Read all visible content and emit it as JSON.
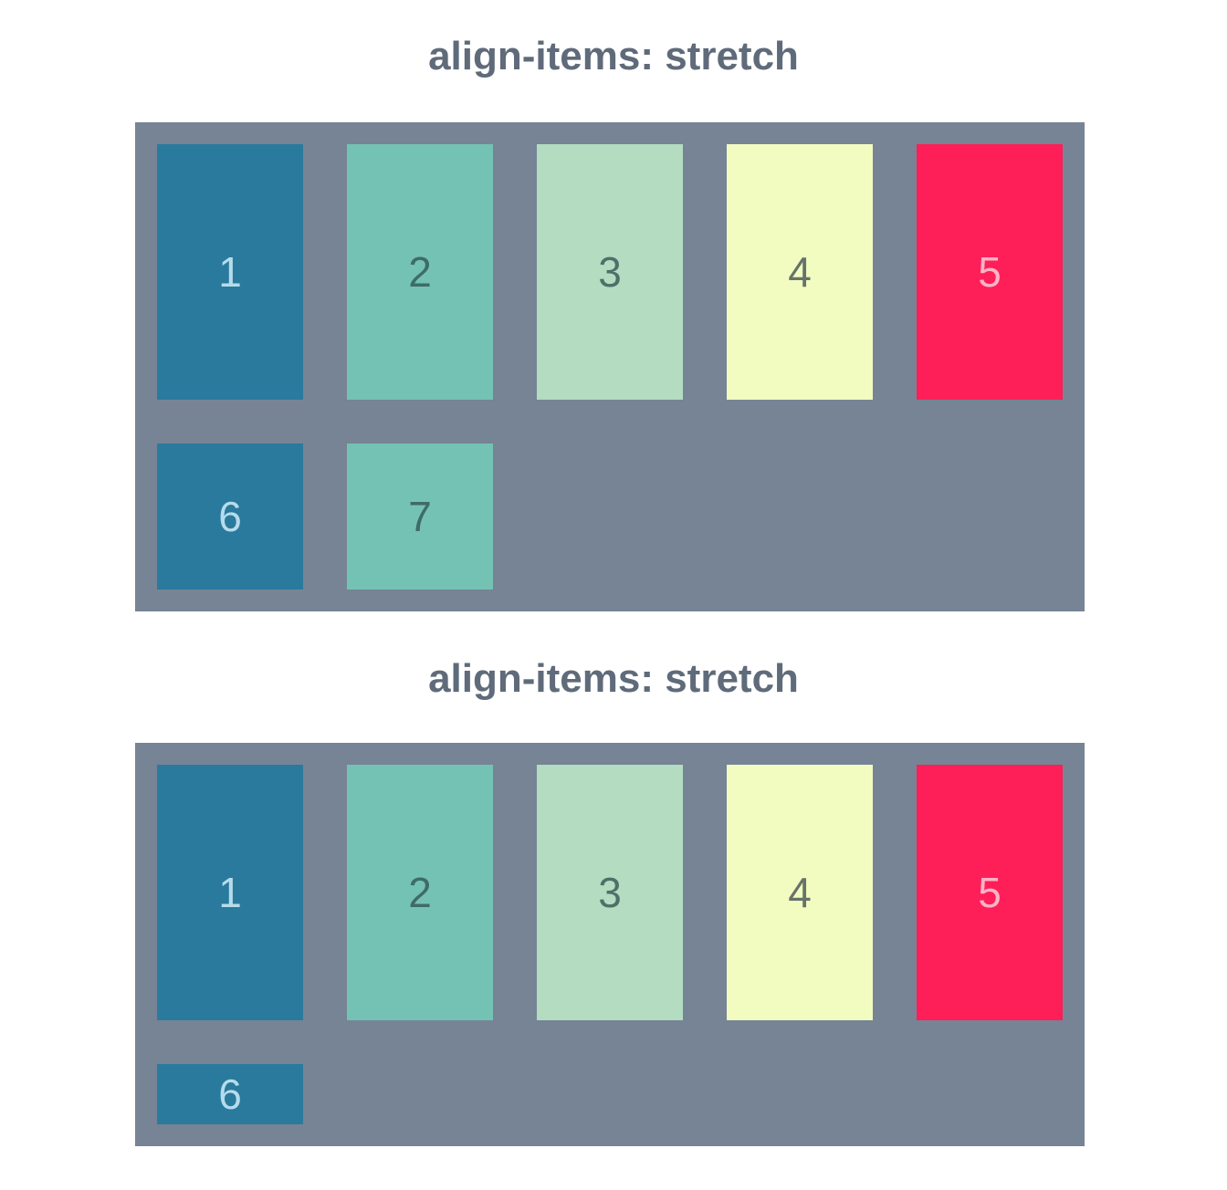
{
  "panels": [
    {
      "title": "align-items: stretch",
      "items": [
        {
          "label": "1",
          "bg": "#2a7a9d",
          "fg": "#b5dcec"
        },
        {
          "label": "2",
          "bg": "#74c2b3",
          "fg": "#3f6b67"
        },
        {
          "label": "3",
          "bg": "#b3dcc1",
          "fg": "#4f6f6a"
        },
        {
          "label": "4",
          "bg": "#f2fcc0",
          "fg": "#67726a"
        },
        {
          "label": "5",
          "bg": "#fe1f59",
          "fg": "#fdb3c6"
        },
        {
          "label": "6",
          "bg": "#2a7a9d",
          "fg": "#b5dcec"
        },
        {
          "label": "7",
          "bg": "#74c2b3",
          "fg": "#3f6b67"
        }
      ]
    },
    {
      "title": "align-items: stretch",
      "items": [
        {
          "label": "1",
          "bg": "#2a7a9d",
          "fg": "#b5dcec"
        },
        {
          "label": "2",
          "bg": "#74c2b3",
          "fg": "#3f6b67"
        },
        {
          "label": "3",
          "bg": "#b3dcc1",
          "fg": "#4f6f6a"
        },
        {
          "label": "4",
          "bg": "#f2fcc0",
          "fg": "#67726a"
        },
        {
          "label": "5",
          "bg": "#fe1f59",
          "fg": "#fdb3c6"
        },
        {
          "label": "6",
          "bg": "#2a7a9d",
          "fg": "#b5dcec"
        }
      ]
    }
  ],
  "colors": {
    "container": "#768496",
    "title": "#5f6b7a",
    "background": "#ffffff"
  }
}
